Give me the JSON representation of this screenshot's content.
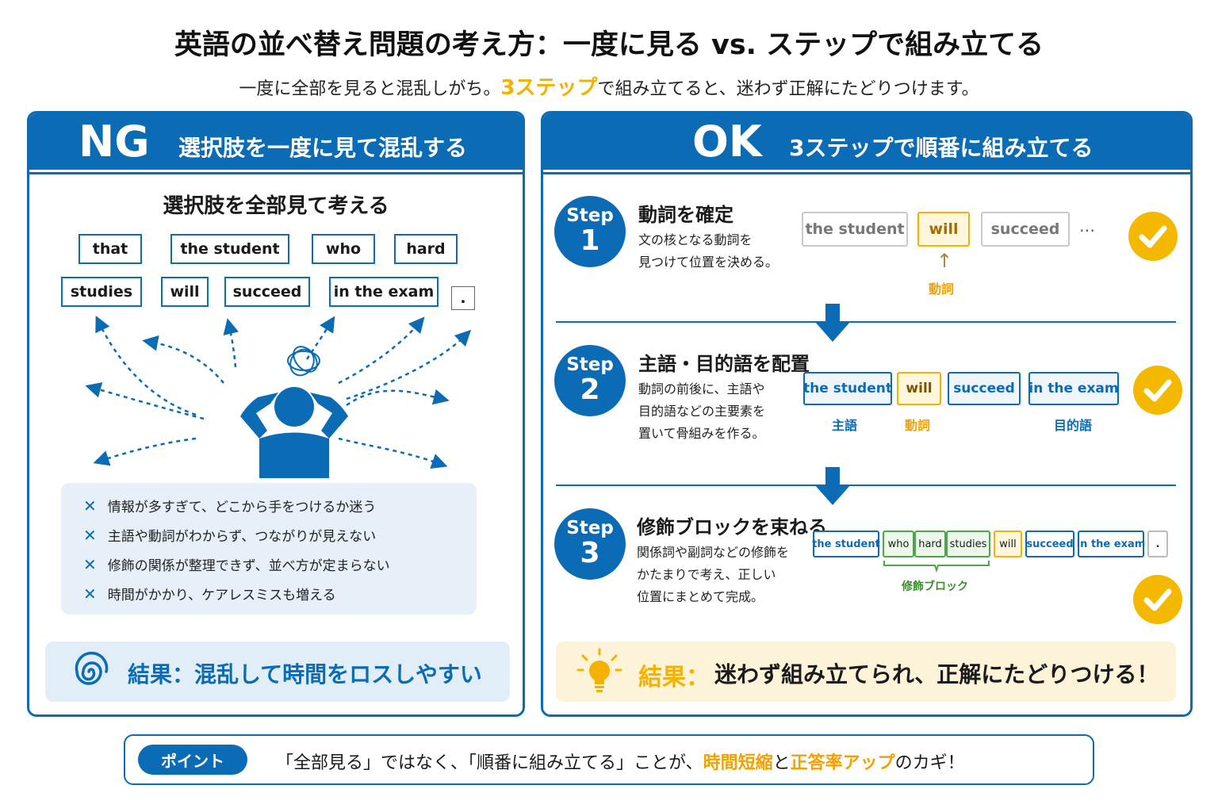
{
  "title": "英語の並べ替え問題の考え方：一度に見る vs. ステップで組み立てる",
  "subtitle": {
    "before": "一度に全部を見ると混乱しがち。",
    "highlight": "3ステップ",
    "after": "で組み立てると、迷わず正解にたどりつけます。"
  },
  "ng": {
    "badge": "NG",
    "heading": "選択肢を一度に見て混乱する",
    "subheading": "選択肢を全部見て考える",
    "chips": [
      "that",
      "the student",
      "who",
      "hard",
      "studies",
      "will",
      "succeed",
      "in the exam",
      "."
    ],
    "problems": [
      "情報が多すぎて、どこから手をつけるか迷う",
      "主語や動詞がわからず、つながりが見えない",
      "修飾の関係が整理できず、並べ方が定まらない",
      "時間がかかり、ケアレスミスも増える"
    ],
    "result": "結果：混乱して時間をロスしやすい"
  },
  "ok": {
    "badge": "OK",
    "heading": "3ステップで順番に組み立てる",
    "steps": [
      {
        "step_label": "Step",
        "number": "1",
        "title": "動詞を確定",
        "desc": [
          "文の核となる動詞を",
          "見つけて位置を決める。"
        ],
        "words": [
          "the student",
          "will",
          "succeed"
        ],
        "ellipsis": "…",
        "annotation": "動詞"
      },
      {
        "step_label": "Step",
        "number": "2",
        "title": "主語・目的語を配置",
        "desc": [
          "動詞の前後に、主語や",
          "目的語などの主要素を",
          "置いて骨組みを作る。"
        ],
        "words": [
          "the student",
          "will",
          "succeed",
          "in the exam"
        ],
        "labels": [
          "主語",
          "動詞",
          "目的語"
        ]
      },
      {
        "step_label": "Step",
        "number": "3",
        "title": "修飾ブロックを束ねる",
        "desc": [
          "関係詞や副詞などの修飾を",
          "かたまりで考え、正しい",
          "位置にまとめて完成。"
        ],
        "words": [
          "the student",
          "who",
          "hard",
          "studies",
          "will",
          "succeed",
          "in the exam",
          "."
        ],
        "block_label": "修飾ブロック"
      }
    ],
    "result_label": "結果：",
    "result_text": "迷わず組み立てられ、正解にたどりつける！"
  },
  "point": {
    "pill": "ポイント",
    "text_1": "「全部見る」ではなく、「順番に組み立てる」ことが、",
    "highlight_1": "時間短縮",
    "text_2": "と",
    "highlight_2": "正答率アップ",
    "text_3": "のカギ！"
  },
  "colors": {
    "primary": "#0b6bb5",
    "accent": "#f5b000",
    "green": "#4aa84a"
  }
}
